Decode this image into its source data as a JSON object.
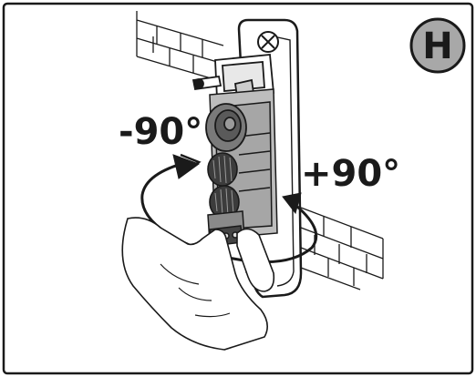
{
  "step_badge": {
    "letter": "H",
    "fill": "#a8a8a8"
  },
  "rotation": {
    "left_label": "-90°",
    "right_label": "+90°"
  },
  "colors": {
    "stroke": "#1a1a1a",
    "badge": "#a8a8a8"
  }
}
